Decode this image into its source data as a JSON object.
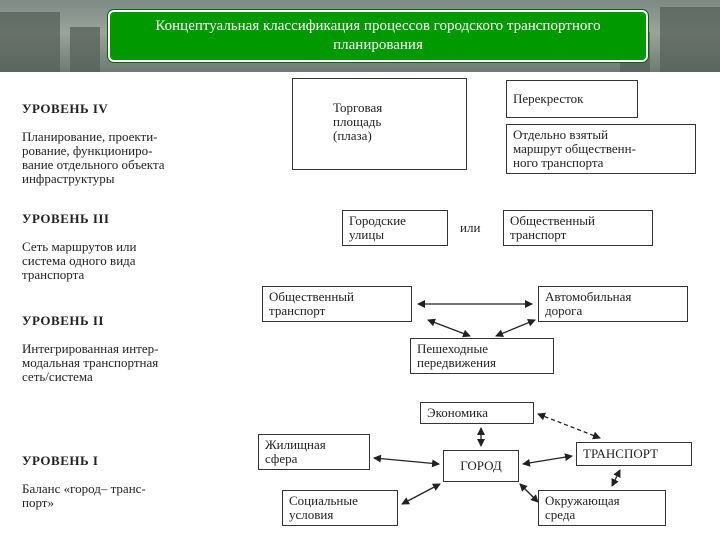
{
  "title": "Концептуальная классификация процессов городского транспортного планирования",
  "levels": {
    "iv": {
      "heading": "УРОВЕНЬ IV",
      "text": "Планирование, проекти-\nрование, функциониро-\nвание отдельного объекта\nинфраструктуры",
      "boxes": {
        "plaza": "Торговая\nплощадь\n(плаза)",
        "crossroad": "Перекресток",
        "route": "Отдельно взятый\nмаршрут общественн-\nного транспорта"
      }
    },
    "iii": {
      "heading": "УРОВЕНЬ III",
      "text": "Сеть маршрутов или\nсистема одного вида\nтранспорта",
      "boxes": {
        "streets": "Городские\nулицы",
        "or": "или",
        "public_transport": "Общественный\nтранспорт"
      }
    },
    "ii": {
      "heading": "УРОВЕНЬ II",
      "text": "Интегрированная интер-\nмодальная транспортная\nсеть/система",
      "boxes": {
        "public_transport": "Общественный\nтранспорт",
        "road": "Автомобильная\nдорога",
        "pedestrian": "Пешеходные\nпередвижения"
      }
    },
    "i": {
      "heading": "УРОВЕНЬ I",
      "text": "Баланс «город– транс-\nпорт»",
      "boxes": {
        "economy": "Экономика",
        "housing": "Жилищная\nсфера",
        "city": "ГОРОД",
        "transport": "ТРАНСПОРТ",
        "social": "Социальные\nусловия",
        "environment": "Окружающая\nсреда"
      }
    }
  }
}
